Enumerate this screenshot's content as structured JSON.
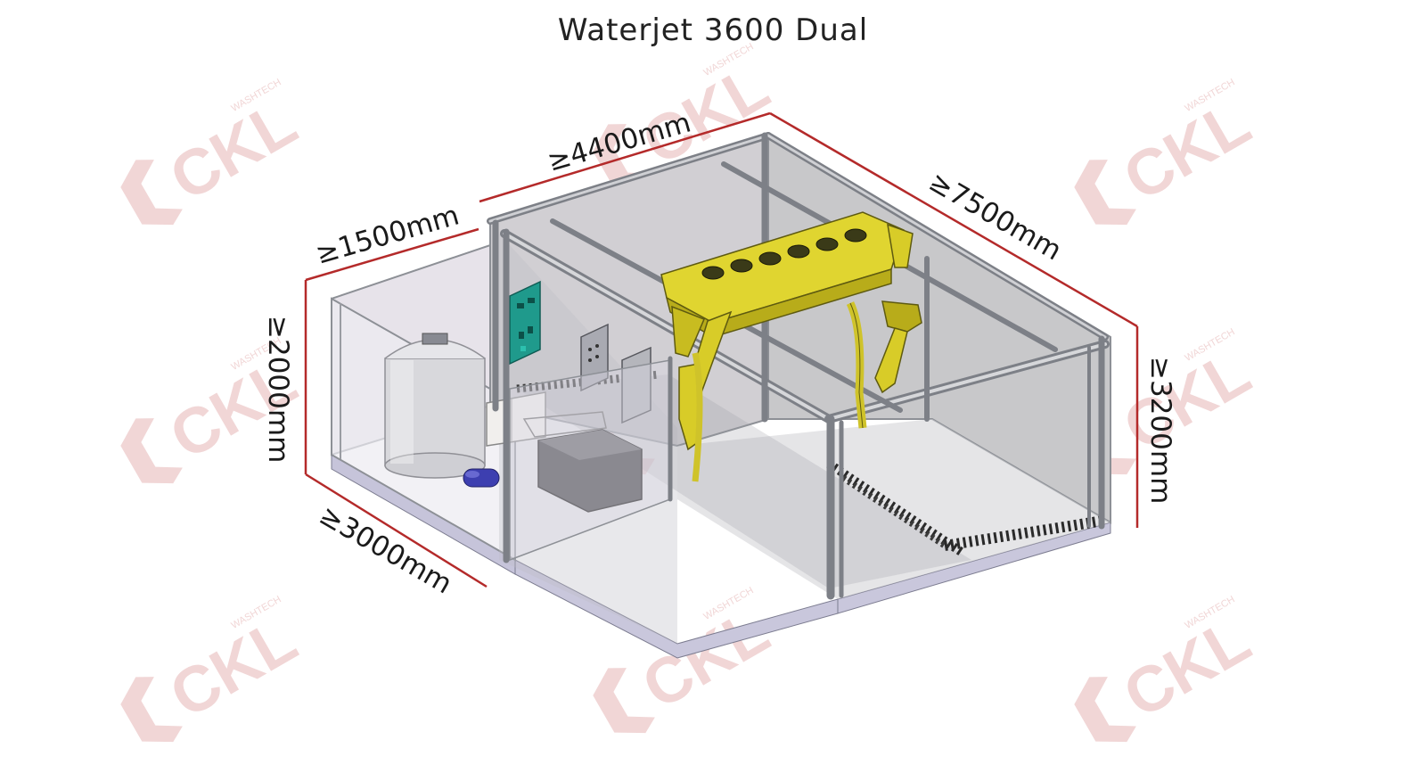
{
  "title": "Waterjet 3600 Dual",
  "dimensions": {
    "length_top": "≥4400mm",
    "depth_left_top": "≥1500mm",
    "length_right": "≥7500mm",
    "height_left": "≥2000mm",
    "width_bottom": "≥3000mm",
    "height_right": "≥3200mm"
  },
  "watermark": {
    "brand": "CKL",
    "sub": "WASHTECH"
  },
  "colors": {
    "dimension_line": "#b42a2a",
    "frame": "#8d9096",
    "machine": "#d9cf2a",
    "panel": "#1f9a8c",
    "floor": "#c9c7dc",
    "watermark": "#f1d6d6"
  }
}
